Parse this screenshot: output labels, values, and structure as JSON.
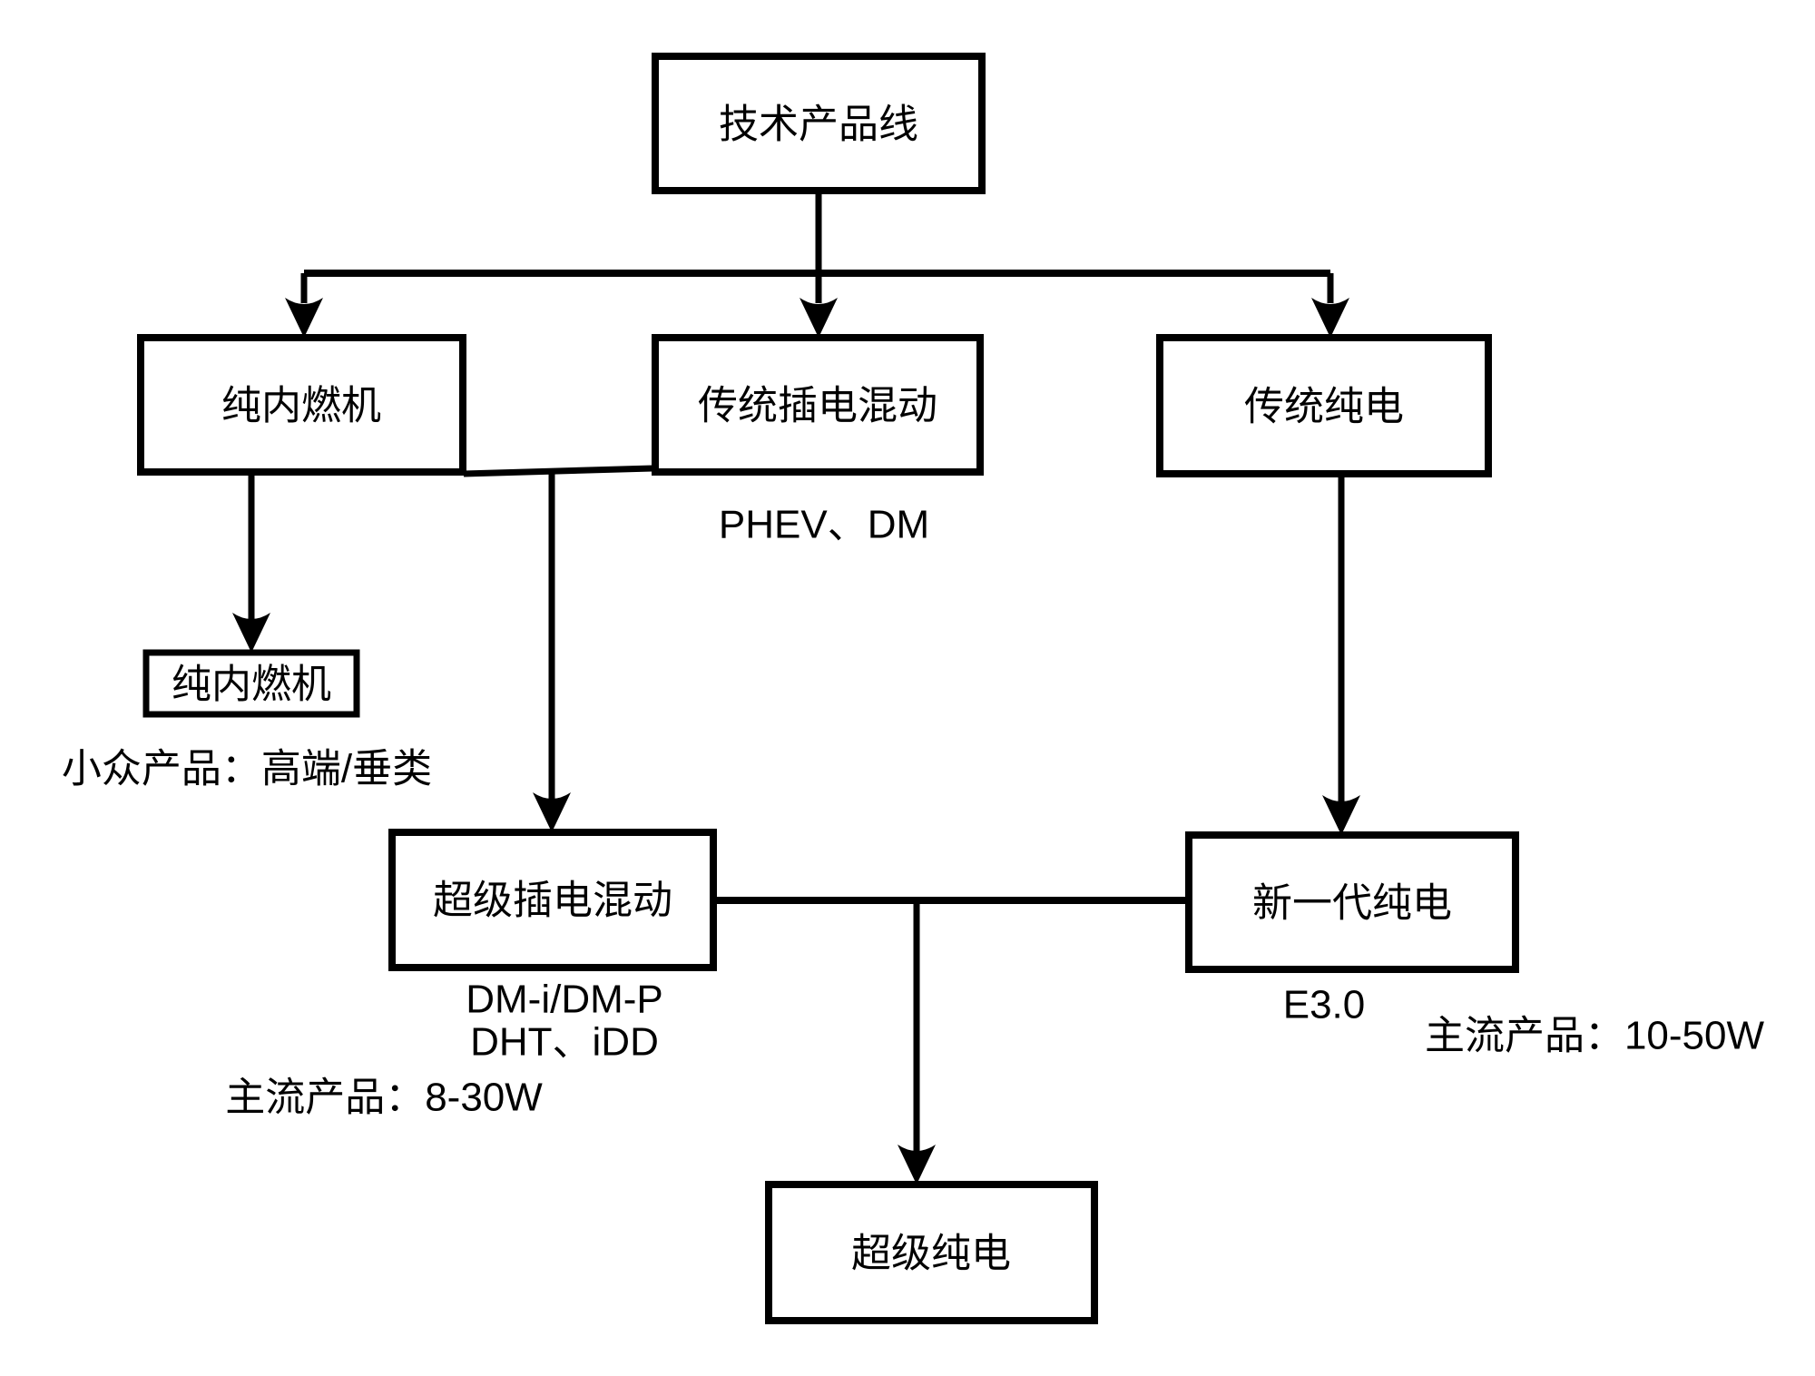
{
  "canvas": {
    "background_color": "#ffffff",
    "line_color": "#000000",
    "box_fill_color": "#ffffff",
    "text_color": "#000000"
  },
  "nodes": {
    "root": {
      "label": "技术产品线"
    },
    "pure_ice": {
      "label": "纯内燃机"
    },
    "traditional_phev": {
      "label": "传统插电混动"
    },
    "traditional_ev": {
      "label": "传统纯电"
    },
    "pure_ice_niche": {
      "label": "纯内燃机"
    },
    "super_phev": {
      "label": "超级插电混动"
    },
    "new_gen_ev": {
      "label": "新一代纯电"
    },
    "super_ev": {
      "label": "超级纯电"
    }
  },
  "annotations": {
    "traditional_phev_tech": "PHEV、DM",
    "pure_ice_position": "小众产品：高端/垂类",
    "super_phev_tech_line1": "DM-i/DM-P",
    "super_phev_tech_line2": "DHT、iDD",
    "super_phev_position": "主流产品：8-30W",
    "new_gen_ev_tech": "E3.0",
    "new_gen_ev_position": "主流产品：10-50W"
  }
}
